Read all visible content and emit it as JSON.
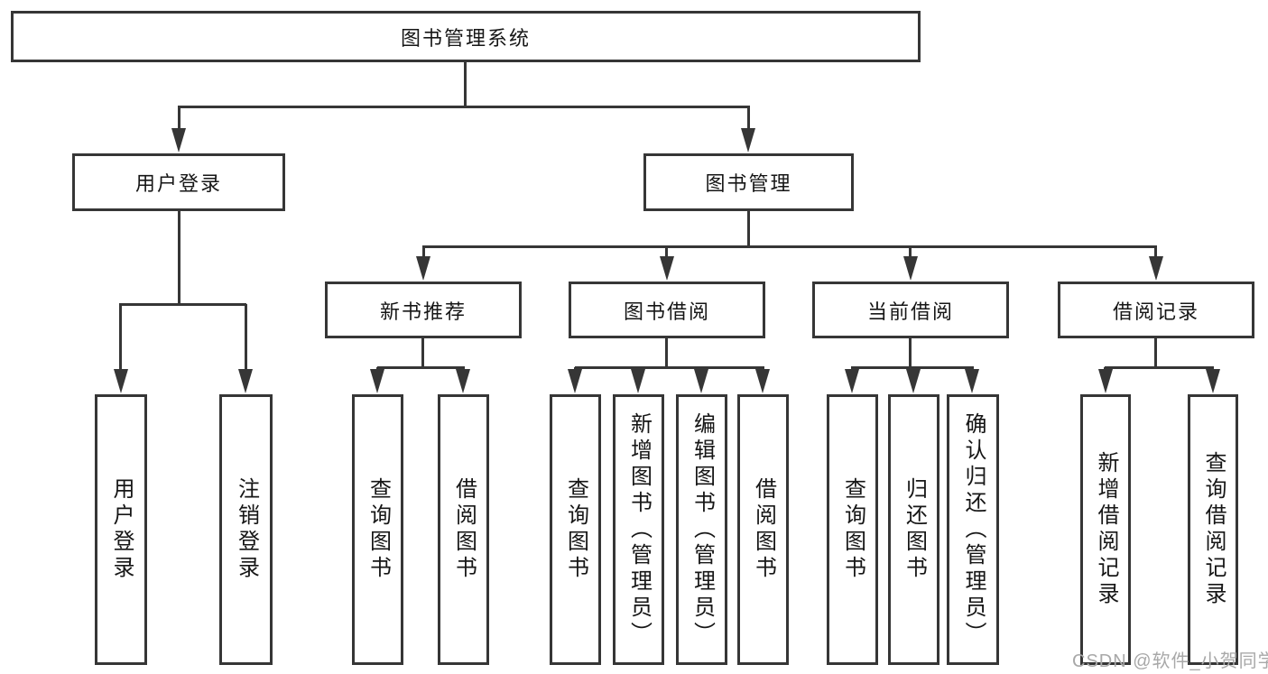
{
  "diagram": {
    "root": {
      "label": "图书管理系统"
    },
    "level2": [
      {
        "label": "用户登录"
      },
      {
        "label": "图书管理"
      }
    ],
    "level3": [
      {
        "label": "新书推荐"
      },
      {
        "label": "图书借阅"
      },
      {
        "label": "当前借阅"
      },
      {
        "label": "借阅记录"
      }
    ],
    "leaves": {
      "user_login": [
        "用户登录",
        "注销登录"
      ],
      "new_books": [
        "查询图书",
        "借阅图书"
      ],
      "book_borrow": [
        "查询图书",
        "新增图书（管理员）",
        "编辑图书（管理员）",
        "借阅图书"
      ],
      "current_borrow": [
        "查询图书",
        "归还图书",
        "确认归还（管理员）"
      ],
      "borrow_records": [
        "新增借阅记录",
        "查询借阅记录"
      ]
    }
  },
  "watermark": {
    "text": "CSDN @软件_小贺同学"
  },
  "colors": {
    "line": "#363636",
    "watermark": "#a8a8a8",
    "background": "#ffffff"
  }
}
